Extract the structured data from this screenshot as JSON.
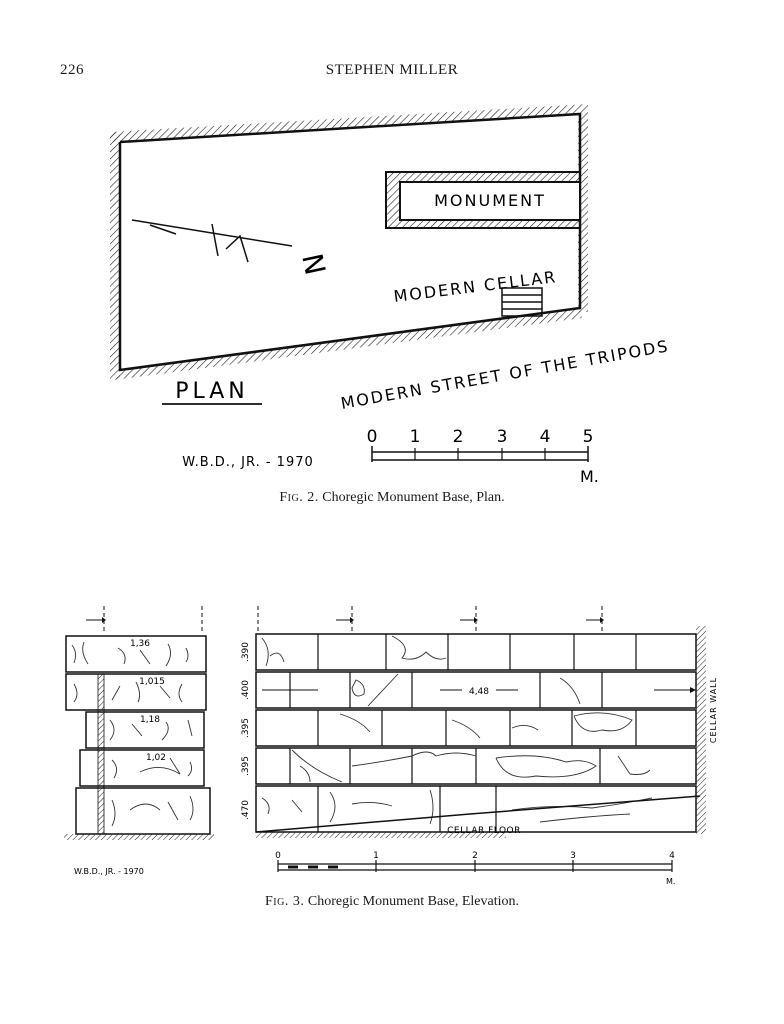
{
  "header": {
    "page_number": "226",
    "running_head": "STEPHEN MILLER"
  },
  "figure2": {
    "label_monument": "MONUMENT",
    "label_cellar": "MODERN CELLAR",
    "label_street": "MODERN STREET OF THE TRIPODS",
    "title": "PLAN",
    "north": "N",
    "credit": "W.B.D., JR. - 1970",
    "scale_ticks": [
      "0",
      "1",
      "2",
      "3",
      "4",
      "5"
    ],
    "scale_unit": "M.",
    "caption_label": "Fig. 2.",
    "caption_text": "Choregic Monument Base, Plan."
  },
  "figure3": {
    "left_dims": [
      "1,36",
      "1,015",
      "1,18",
      "1,02"
    ],
    "course_heights": [
      ".390",
      ".400",
      ".395",
      ".395",
      ".470"
    ],
    "length": "4,48",
    "cellar_wall": "CELLAR WALL",
    "cellar_floor": "CELLAR FLOOR",
    "credit": "W.B.D., JR. - 1970",
    "scale_ticks": [
      "0",
      "1",
      "2",
      "3",
      "4"
    ],
    "scale_unit": "M.",
    "caption_label": "Fig. 3.",
    "caption_text": "Choregic Monument Base, Elevation."
  }
}
